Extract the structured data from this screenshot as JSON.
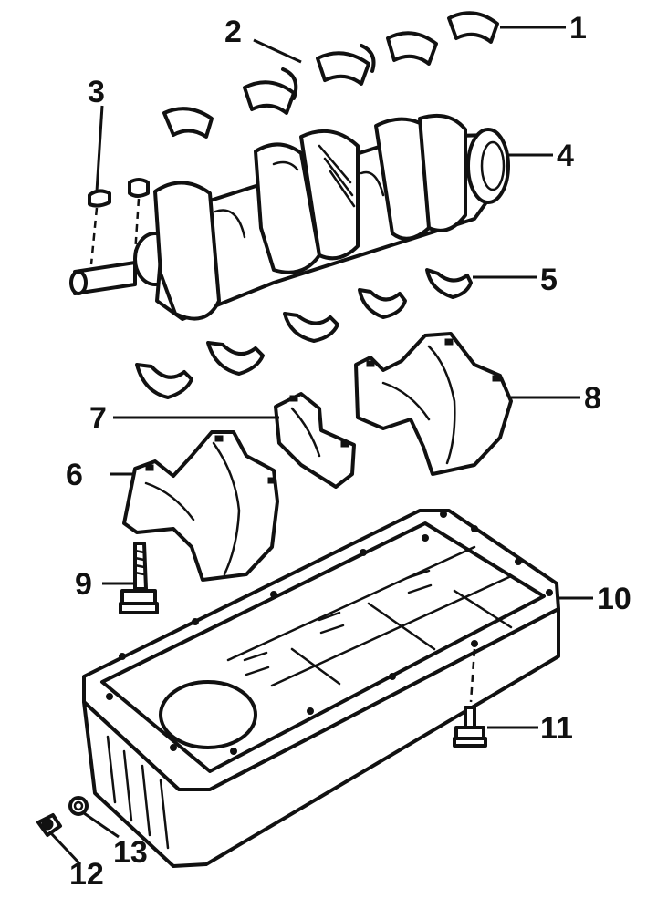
{
  "colors": {
    "ink": "#111111",
    "paper": "#ffffff"
  },
  "callouts": [
    {
      "id": "1",
      "text": "1"
    },
    {
      "id": "2",
      "text": "2"
    },
    {
      "id": "3",
      "text": "3"
    },
    {
      "id": "4",
      "text": "4"
    },
    {
      "id": "5",
      "text": "5"
    },
    {
      "id": "6",
      "text": "6"
    },
    {
      "id": "7",
      "text": "7"
    },
    {
      "id": "8",
      "text": "8"
    },
    {
      "id": "9",
      "text": "9"
    },
    {
      "id": "10",
      "text": "10"
    },
    {
      "id": "11",
      "text": "11"
    },
    {
      "id": "12",
      "text": "12"
    },
    {
      "id": "13",
      "text": "13"
    }
  ]
}
